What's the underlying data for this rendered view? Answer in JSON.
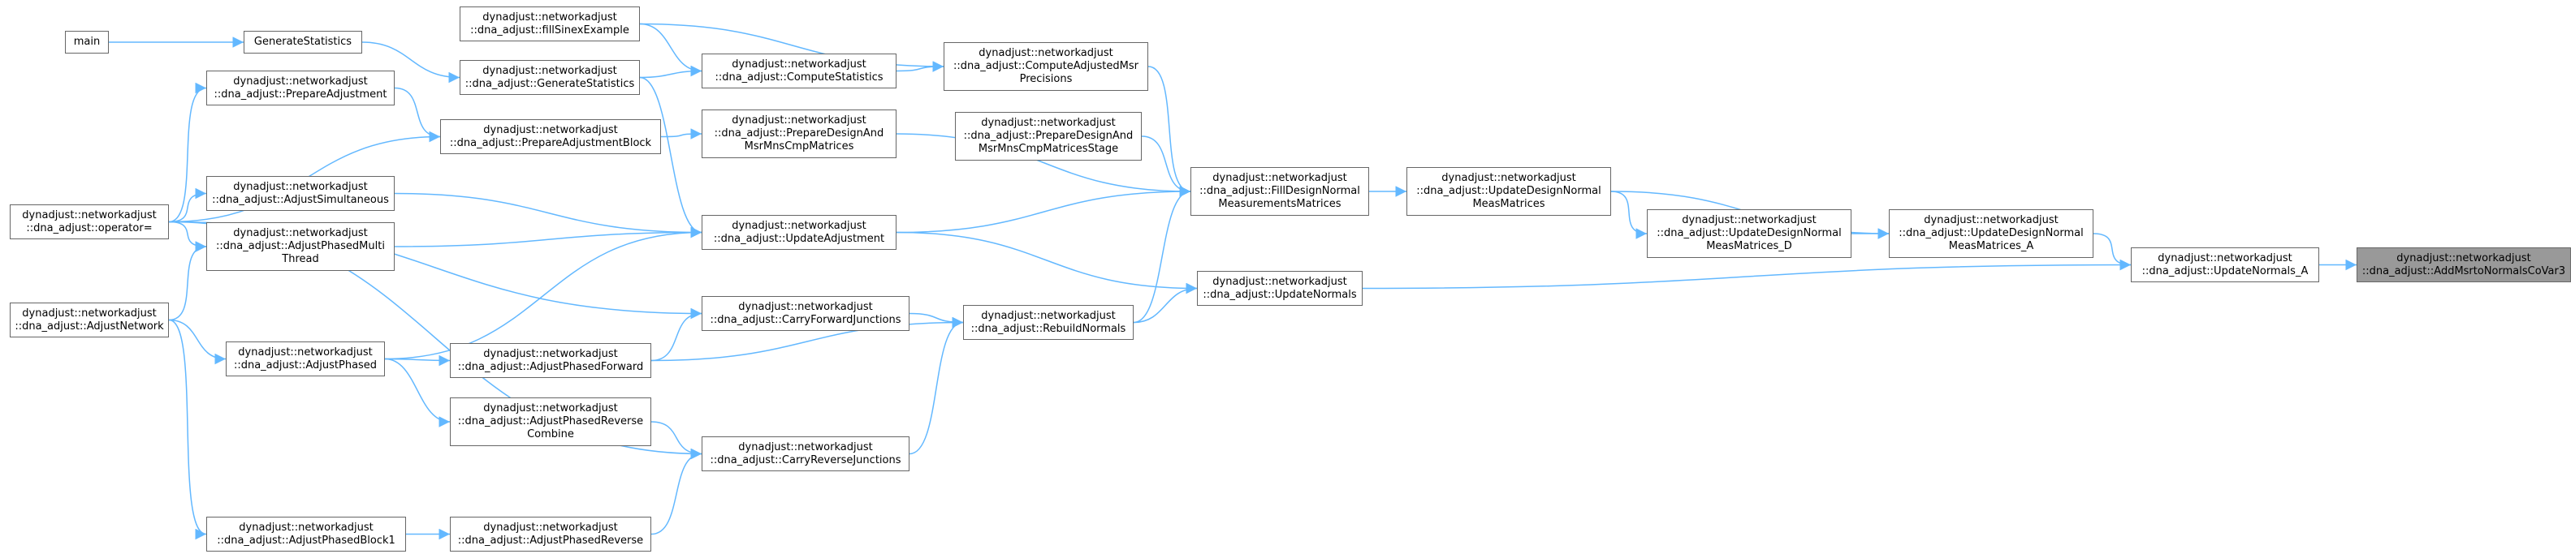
{
  "colors": {
    "edge": "#63b8ff",
    "node_border": "#666666",
    "root_fill": "#999999"
  },
  "nodes": {
    "main": [
      "main"
    ],
    "gen_stats": [
      "GenerateStatistics"
    ],
    "prep_adj": [
      "dynadjust::networkadjust",
      "::dna_adjust::PrepareAdjustment"
    ],
    "adj_sim": [
      "dynadjust::networkadjust",
      "::dna_adjust::AdjustSimultaneous"
    ],
    "adj_phased_mt": [
      "dynadjust::networkadjust",
      "::dna_adjust::AdjustPhasedMulti",
      "Thread"
    ],
    "operator": [
      "dynadjust::networkadjust",
      "::dna_adjust::operator="
    ],
    "adj_network": [
      "dynadjust::networkadjust",
      "::dna_adjust::AdjustNetwork"
    ],
    "adj_phased": [
      "dynadjust::networkadjust",
      "::dna_adjust::AdjustPhased"
    ],
    "adj_block1": [
      "dynadjust::networkadjust",
      "::dna_adjust::AdjustPhasedBlock1"
    ],
    "fill_sinex": [
      "dynadjust::networkadjust",
      "::dna_adjust::fillSinexExample"
    ],
    "generate_stats": [
      "dynadjust::networkadjust",
      "::dna_adjust::GenerateStatistics"
    ],
    "prep_adj_block": [
      "dynadjust::networkadjust",
      "::dna_adjust::PrepareAdjustmentBlock"
    ],
    "adj_phased_fwd": [
      "dynadjust::networkadjust",
      "::dna_adjust::AdjustPhasedForward"
    ],
    "adj_phased_rev_comb": [
      "dynadjust::networkadjust",
      "::dna_adjust::AdjustPhasedReverse",
      "Combine"
    ],
    "adj_phased_rev": [
      "dynadjust::networkadjust",
      "::dna_adjust::AdjustPhasedReverse"
    ],
    "compute_stats": [
      "dynadjust::networkadjust",
      "::dna_adjust::ComputeStatistics"
    ],
    "prep_design_msr": [
      "dynadjust::networkadjust",
      "::dna_adjust::PrepareDesignAnd",
      "MsrMnsCmpMatrices"
    ],
    "update_adj": [
      "dynadjust::networkadjust",
      "::dna_adjust::UpdateAdjustment"
    ],
    "carry_fwd": [
      "dynadjust::networkadjust",
      "::dna_adjust::CarryForwardJunctions"
    ],
    "carry_rev": [
      "dynadjust::networkadjust",
      "::dna_adjust::CarryReverseJunctions"
    ],
    "compute_adj_msr": [
      "dynadjust::networkadjust",
      "::dna_adjust::ComputeAdjustedMsr",
      "Precisions"
    ],
    "prep_design_stage": [
      "dynadjust::networkadjust",
      "::dna_adjust::PrepareDesignAnd",
      "MsrMnsCmpMatricesStage"
    ],
    "rebuild_normals": [
      "dynadjust::networkadjust",
      "::dna_adjust::RebuildNormals"
    ],
    "fill_design": [
      "dynadjust::networkadjust",
      "::dna_adjust::FillDesignNormal",
      "MeasurementsMatrices"
    ],
    "update_normals": [
      "dynadjust::networkadjust",
      "::dna_adjust::UpdateNormals"
    ],
    "update_design": [
      "dynadjust::networkadjust",
      "::dna_adjust::UpdateDesignNormal",
      "MeasMatrices"
    ],
    "update_design_d": [
      "dynadjust::networkadjust",
      "::dna_adjust::UpdateDesignNormal",
      "MeasMatrices_D"
    ],
    "update_design_a": [
      "dynadjust::networkadjust",
      "::dna_adjust::UpdateDesignNormal",
      "MeasMatrices_A"
    ],
    "update_normals_a": [
      "dynadjust::networkadjust",
      "::dna_adjust::UpdateNormals_A"
    ],
    "root": [
      "dynadjust::networkadjust",
      "::dna_adjust::AddMsrtoNormalsCoVar3"
    ]
  }
}
